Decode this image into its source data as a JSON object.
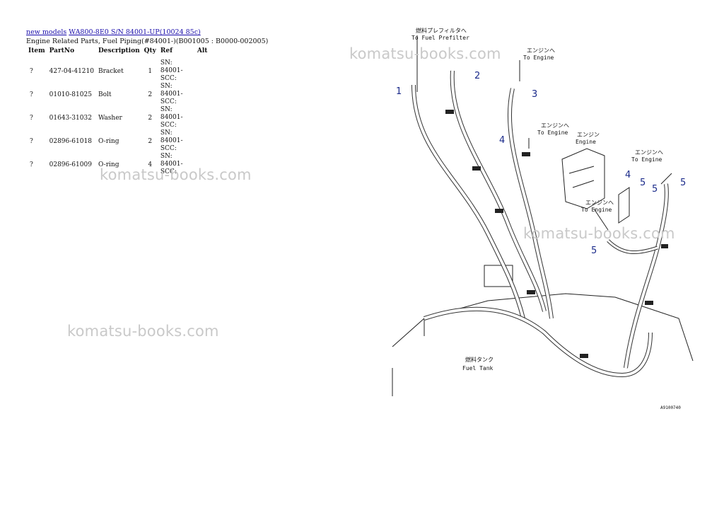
{
  "breadcrumb": {
    "link_1": "new models",
    "link_2": "WA800-8E0 S/N 84001-UP(10024 85c)"
  },
  "subtitle": "Engine Related Parts, Fuel Piping(#84001-)(B001005 : B0000-002005)",
  "table": {
    "headers": [
      "Item",
      "PartNo",
      "Description",
      "Qty",
      "Ref",
      "Alt"
    ],
    "rows": [
      {
        "item": "?",
        "part_no": "427-04-41210",
        "description": "Bracket",
        "qty": "1",
        "ref": "SN: 84001-SCC:",
        "alt": ""
      },
      {
        "item": "?",
        "part_no": "01010-81025",
        "description": "Bolt",
        "qty": "2",
        "ref": "SN: 84001-SCC:",
        "alt": ""
      },
      {
        "item": "?",
        "part_no": "01643-31032",
        "description": "Washer",
        "qty": "2",
        "ref": "SN: 84001-SCC:",
        "alt": ""
      },
      {
        "item": "?",
        "part_no": "02896-61018",
        "description": "O-ring",
        "qty": "2",
        "ref": "SN: 84001-SCC:",
        "alt": ""
      },
      {
        "item": "?",
        "part_no": "02896-61009",
        "description": "O-ring",
        "qty": "4",
        "ref": "SN: 84001-SCC:",
        "alt": ""
      }
    ]
  },
  "watermark": "komatsu-books.com",
  "diagram": {
    "labels": {
      "prefilter_jp": "燃料プレフィルタへ",
      "prefilter_en": "To Fuel Prefilter",
      "to_engine_jp": "エンジンへ",
      "to_engine_en": "To Engine",
      "engine_jp": "エンジン",
      "engine_en": "Engine",
      "fuel_tank_jp": "燃料タンク",
      "fuel_tank_en": "Fuel Tank",
      "figure_code": "A9100740"
    },
    "callouts": [
      "1",
      "2",
      "3",
      "4",
      "4",
      "5",
      "5",
      "5",
      "5"
    ]
  }
}
